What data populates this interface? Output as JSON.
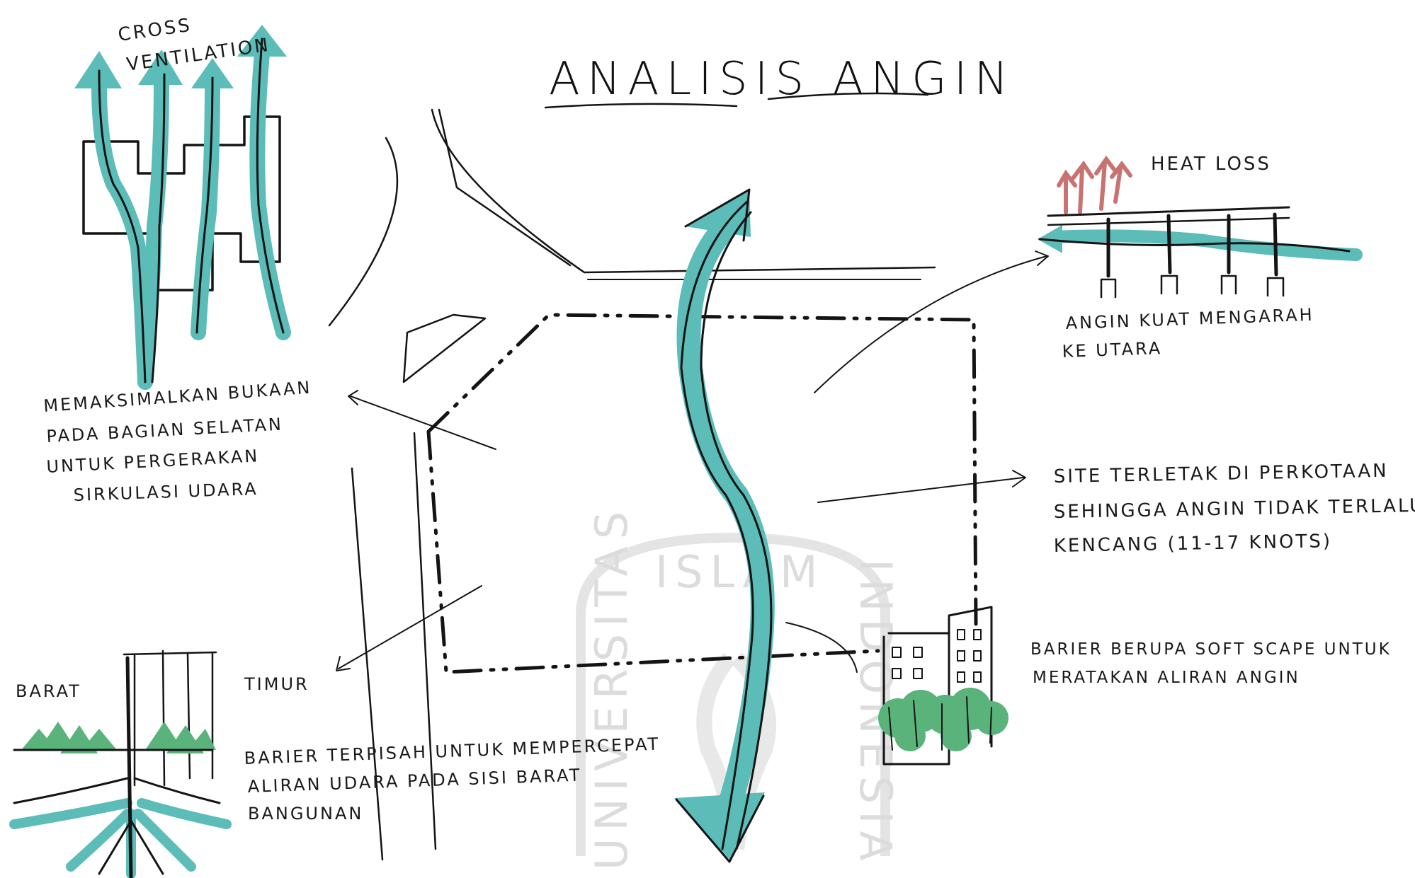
{
  "title": "ANALISIS ANGIN",
  "watermark": {
    "top": "ISLAM",
    "left": "UNIVERSITAS",
    "right": "INDONESIA"
  },
  "labels": {
    "cross_ventilation_1": "CROSS",
    "cross_ventilation_2": "VENTILATION",
    "heat_loss": "HEAT LOSS",
    "north_wind_1": "ANGIN KUAT MENGARAH",
    "north_wind_2": "KE UTARA",
    "south_opening_1": "MEMAKSIMALKAN BUKAAN",
    "south_opening_2": "PADA BAGIAN SELATAN",
    "south_opening_3": "UNTUK PERGERAKAN",
    "south_opening_4": "SIRKULASI UDARA",
    "site_1": "SITE TERLETAK DI PERKOTAAN",
    "site_2": "SEHINGGA ANGIN TIDAK TERLALU",
    "site_3": "KENCANG (11-17 KNOTS)",
    "barrier_soft_1": "BARIER BERUPA SOFT SCAPE UNTUK",
    "barrier_soft_2": "MERATAKAN ALIRAN ANGIN",
    "west": "BARAT",
    "east": "TIMUR",
    "barrier_split_1": "BARIER TERPISAH UNTUK MEMPERCEPAT",
    "barrier_split_2": "ALIRAN UDARA PADA SISI BARAT",
    "barrier_split_3": "BANGUNAN"
  },
  "colors": {
    "wind": "#5bbcb8",
    "ink": "#141414",
    "trees": "#59b37a",
    "heat": "#c97272",
    "watermark": "#d9d9d9"
  }
}
